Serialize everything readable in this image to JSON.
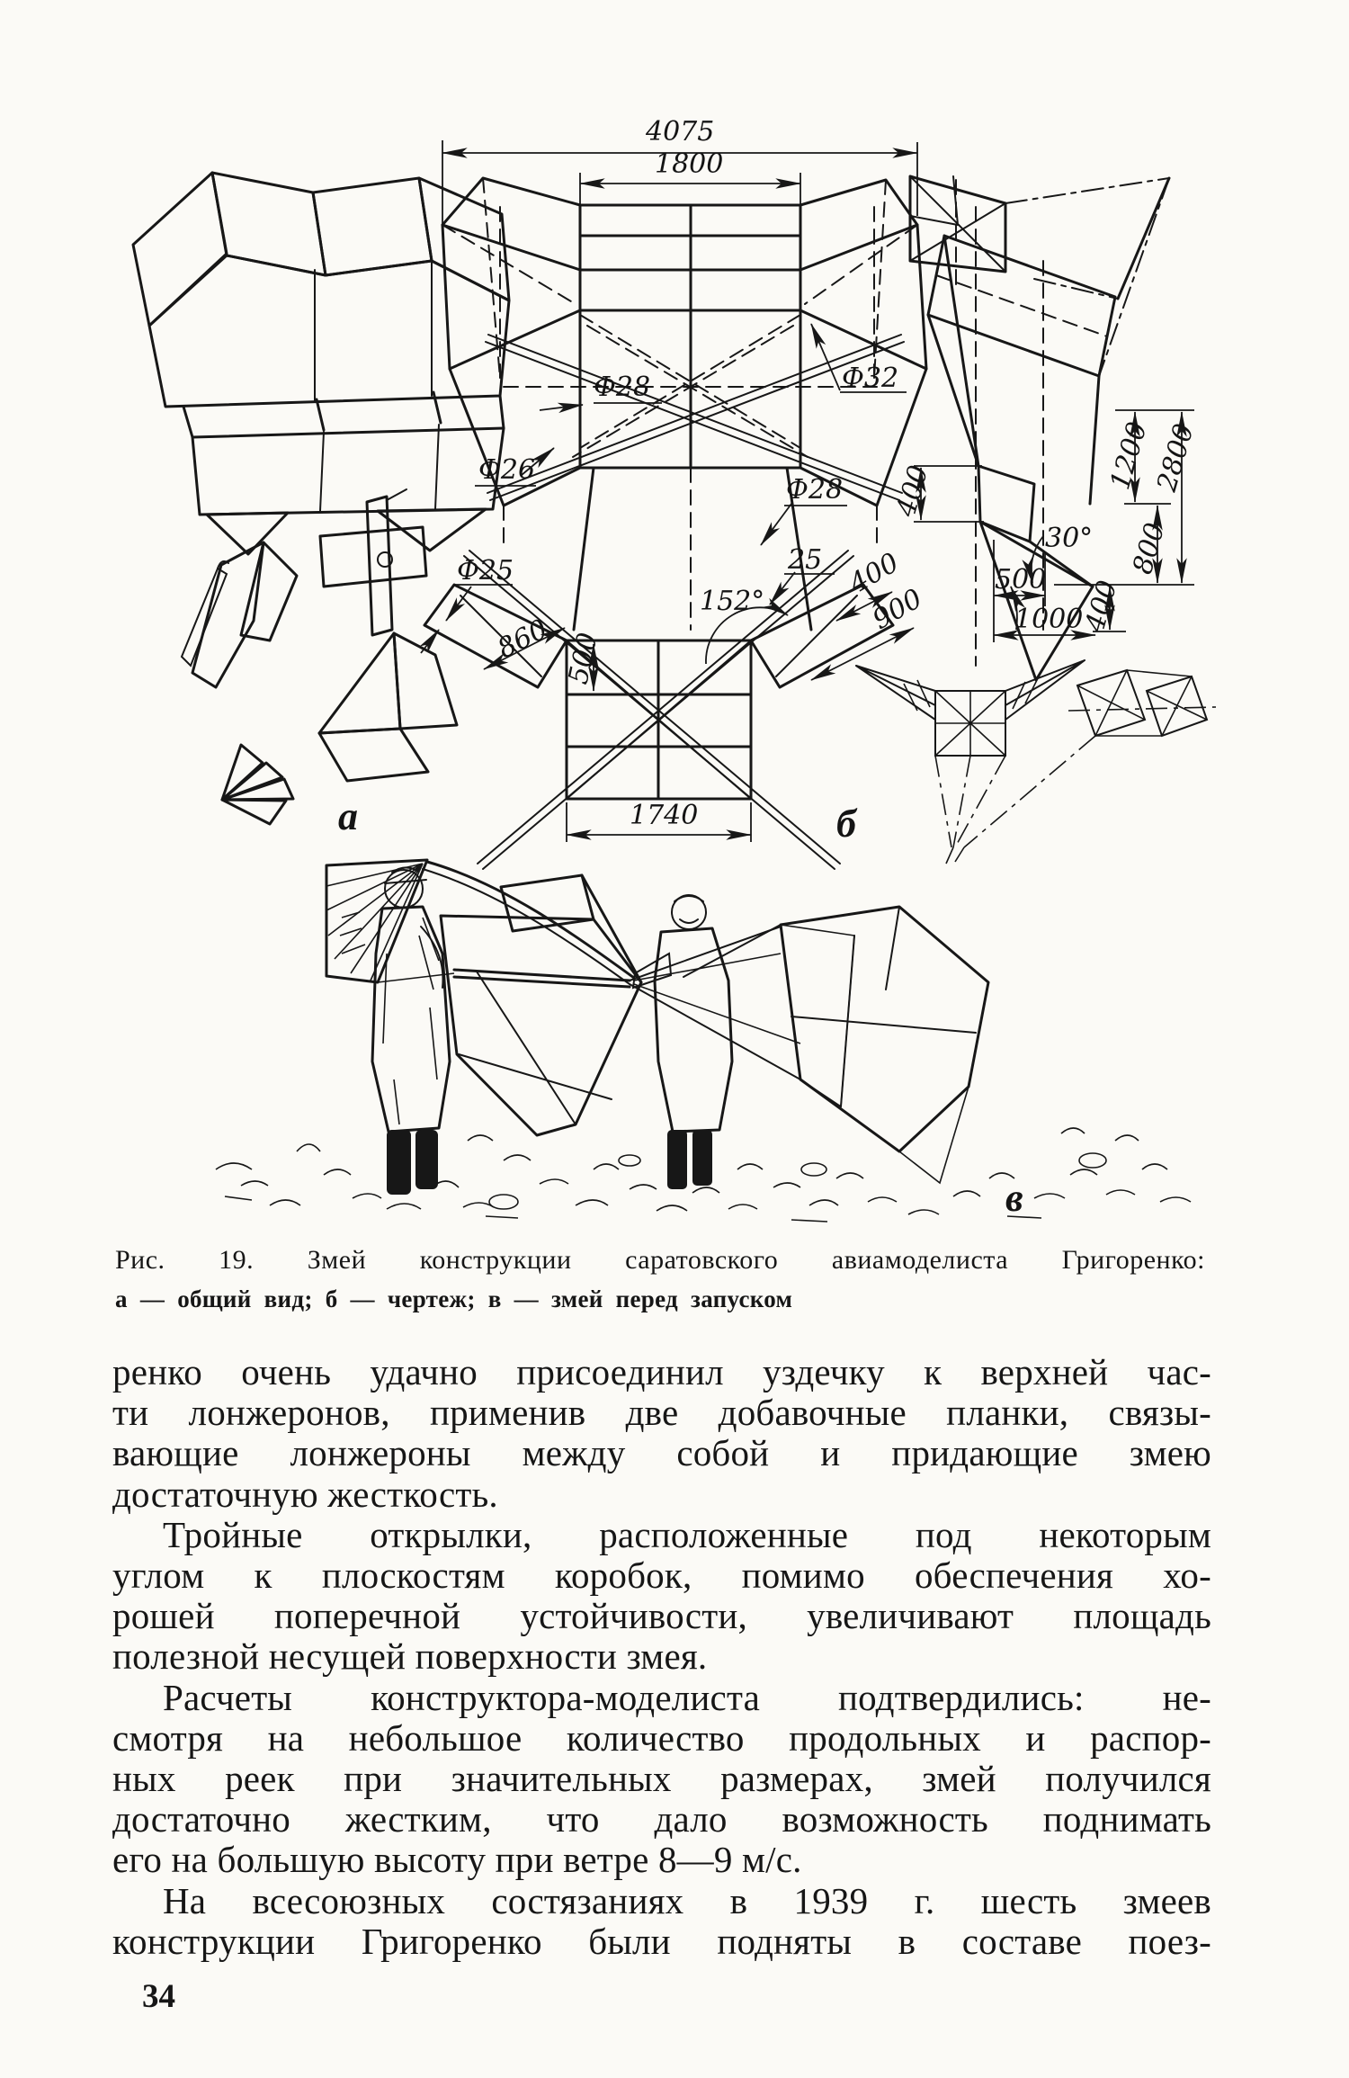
{
  "page": {
    "number": "34",
    "paper_color": "#fbfaf6",
    "ink_color": "#161616"
  },
  "figure": {
    "caption_line1": "Рис. 19. Змей конструкции саратовского авиамоделиста Григоренко:",
    "caption_line2": "а — общий вид; б — чертеж; в — змей перед запуском",
    "labels": {
      "a": "а",
      "b": "б",
      "v": "в"
    },
    "dims": {
      "overall_width": "4075",
      "cell_width": "1800",
      "dia28_left": "Ф28",
      "dia32": "Ф32",
      "dia26": "Ф26",
      "dia28_right": "Ф28",
      "batten25": "25",
      "angle152": "152°",
      "dia25": "Ф25",
      "wing860": "860",
      "cell500": "500",
      "base1740": "1740",
      "wing400": "400",
      "wing900": "900",
      "side1200": "1200",
      "side2800": "2800",
      "side400_left": "400",
      "side500": "500",
      "side1000": "1000",
      "side_angle30": "30°",
      "side800": "800",
      "side400_right": "400"
    }
  },
  "body": {
    "lines": [
      "ренко очень удачно присоединил уздечку к верхней час-",
      "ти лонжеронов, применив две добавочные планки, связы-",
      "вающие лонжероны между собой и придающие змею",
      "достаточную жесткость.",
      "Тройные открылки, расположенные под некоторым",
      "углом к плоскостям коробок, помимо обеспечения хо-",
      "рошей поперечной устойчивости, увеличивают площадь",
      "полезной несущей поверхности змея.",
      "Расчеты конструктора-моделиста подтвердились: не-",
      "смотря на небольшое количество продольных и распор-",
      "ных реек при значительных размерах, змей получился",
      "достаточно жестким, что дало возможность поднимать",
      "его на большую высоту при ветре 8—9 м/с.",
      "На всесоюзных состязаниях в 1939 г. шесть змеев",
      "конструкции Григоренко были подняты в составе поез-"
    ]
  }
}
